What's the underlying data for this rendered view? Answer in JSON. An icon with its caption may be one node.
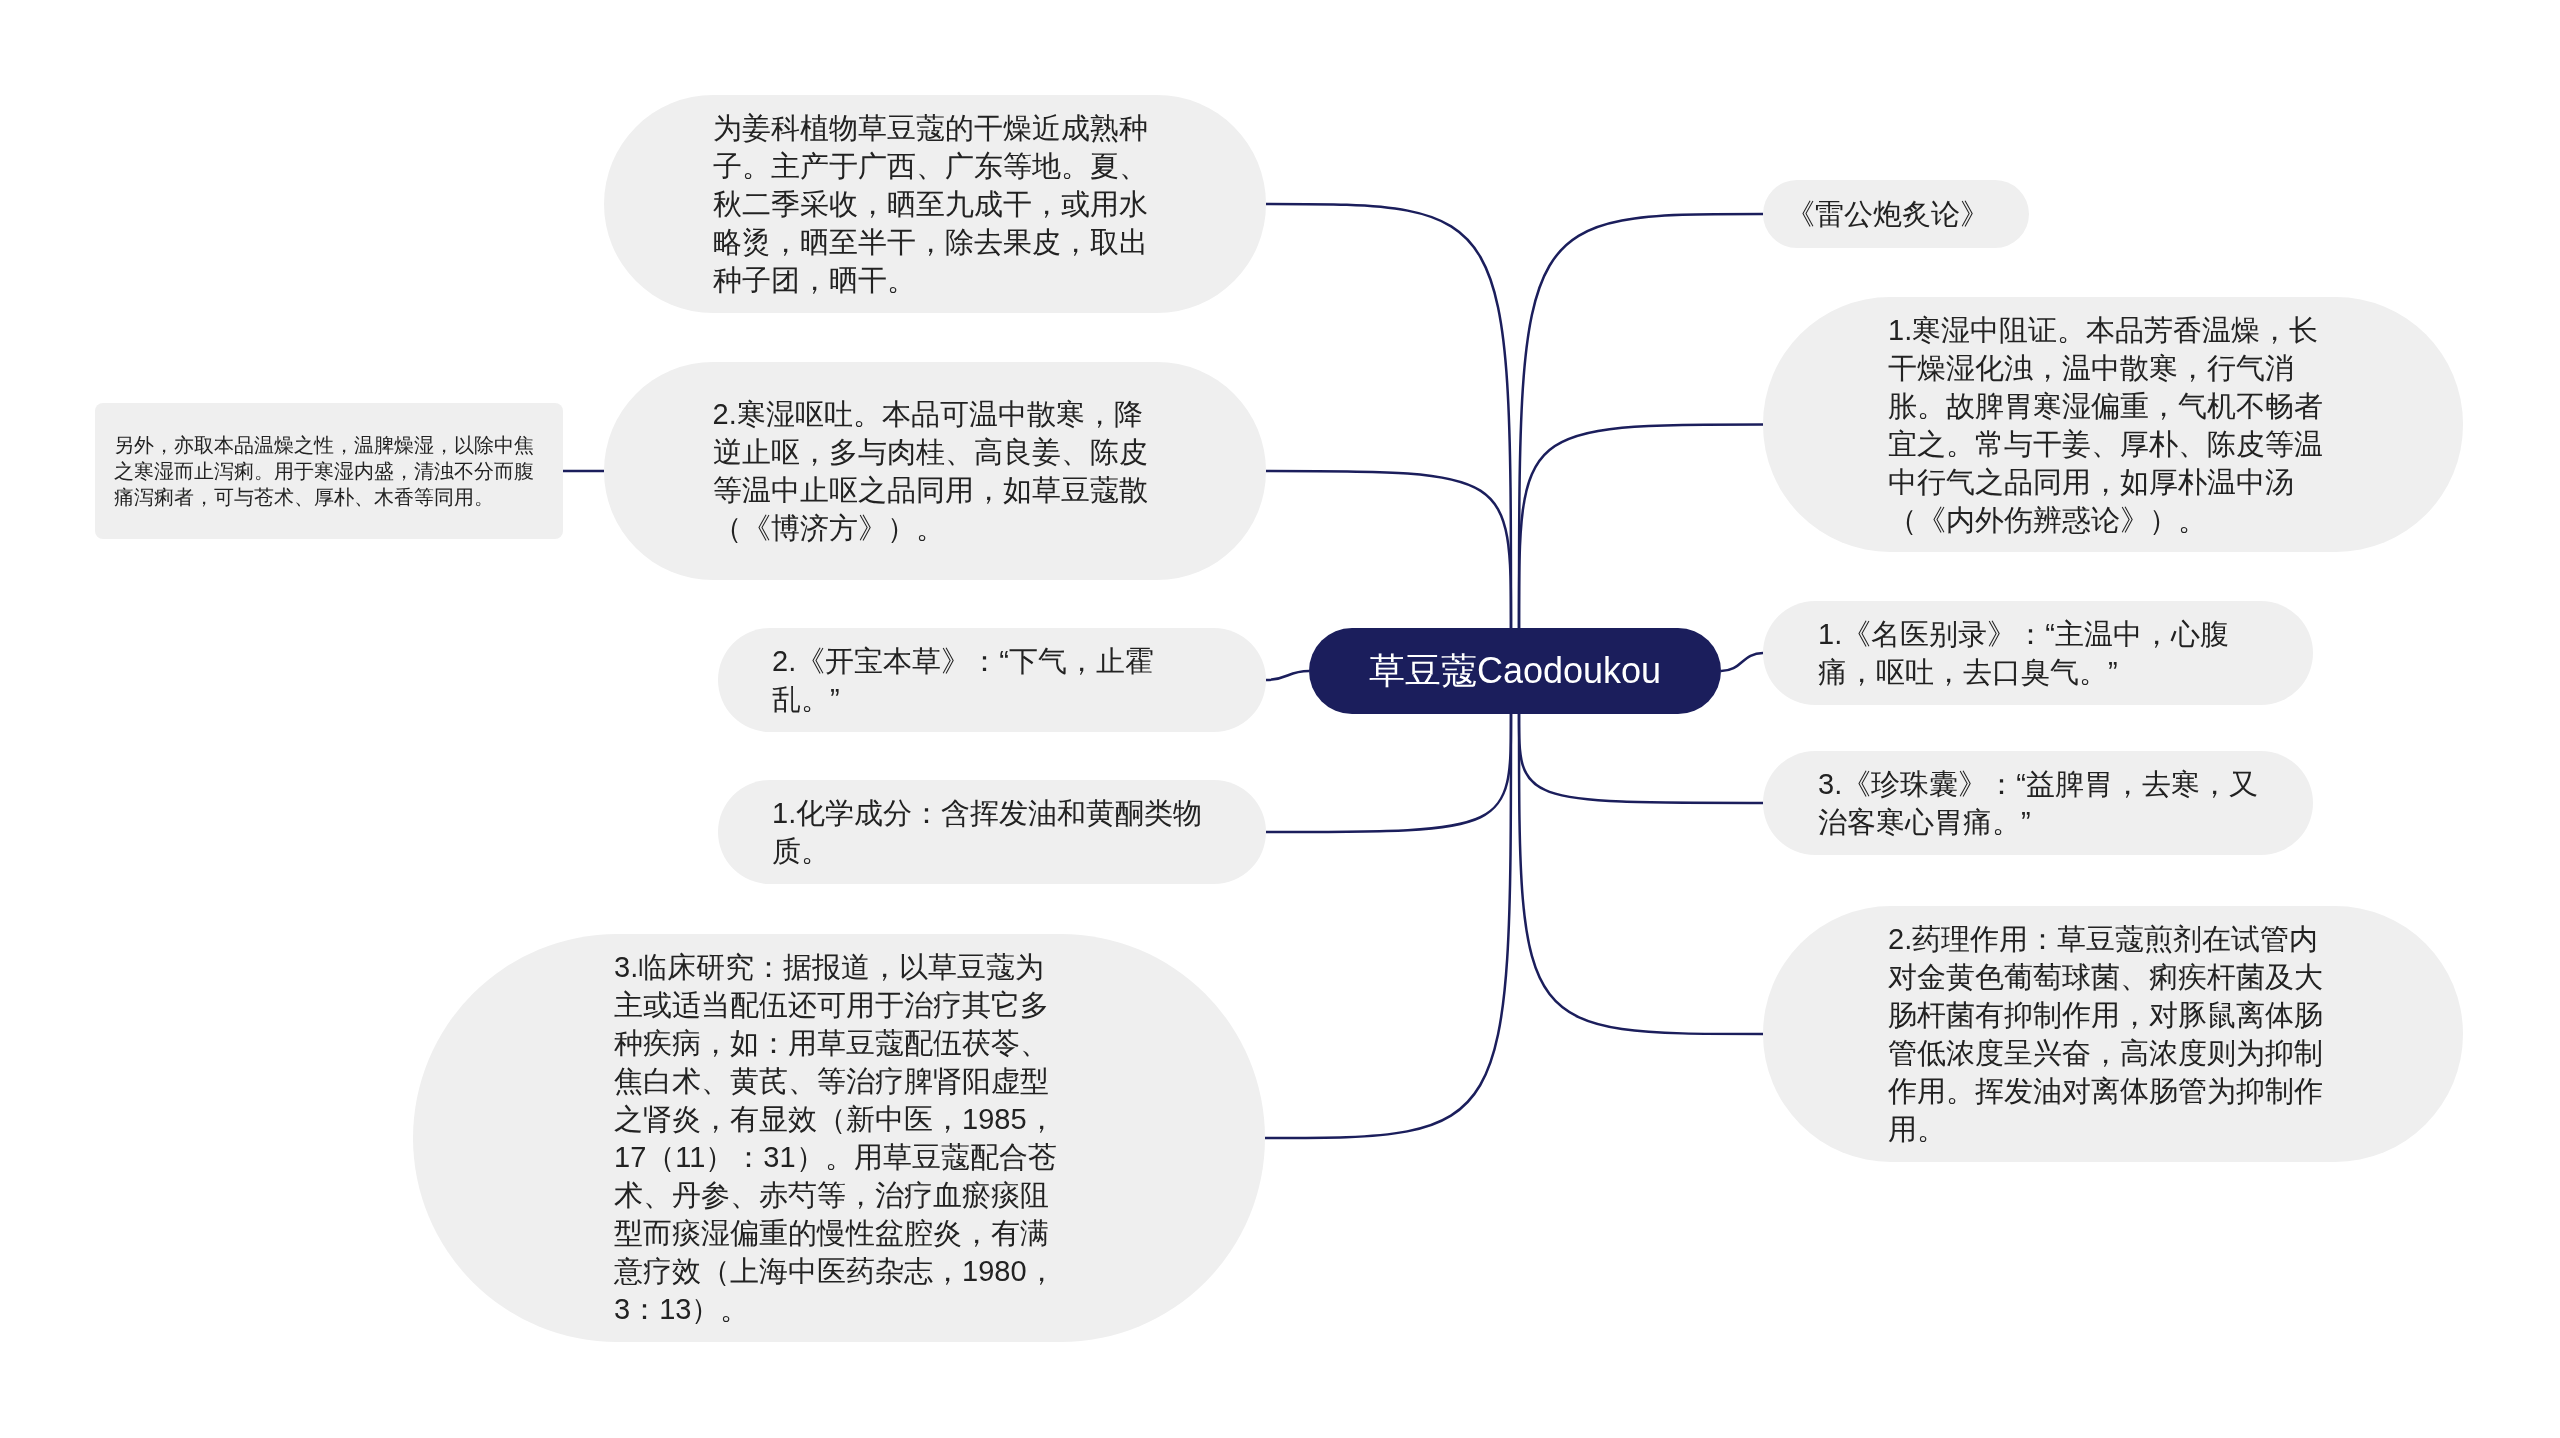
{
  "diagram": {
    "nodes": [
      {
        "text": [
          "草豆蔻Caodoukou"
        ]
      },
      {
        "text": [
          "为姜科植物草豆蔻的干燥近成熟种子。主产于广西、广东等地。夏、秋二季采收，晒至九成干，或用水略烫，晒至半干，除去果皮，取出种子团，晒干。"
        ]
      },
      {
        "text": [
          "2.寒湿呕吐。本品可温中散寒，降逆止呕，多与肉桂、高良姜、陈皮等温中止呕之品同用，如草豆蔻散（《博济方》）。"
        ]
      },
      {
        "text": [
          "另外，亦取本品温燥之性，温脾燥湿，以除中焦之寒湿而止泻痢。用于寒湿内盛，清浊不分而腹痛泻痢者，可与苍术、厚朴、木香等同用。"
        ]
      },
      {
        "text": [
          "2.《开宝本草》：“下气，止霍乱。”"
        ]
      },
      {
        "text": [
          "1.化学成分：含挥发油和黄酮类物质。"
        ]
      },
      {
        "text": [
          "3.临床研究：据报道，以草豆蔻为主或适当配伍还可用于治疗其它多种疾病，如：用草豆蔻配伍茯苓、焦白术、黄芪、等治疗脾肾阳虚型之肾炎，有显效（新中医，1985，17（11）：31）。用草豆蔻配合苍术、丹参、赤芍等，治疗血瘀痰阻型而痰湿偏重的慢性盆腔炎，有满意疗效（上海中医药杂志，1980，3：13）。"
        ]
      },
      {
        "text": [
          "《雷公炮炙论》"
        ]
      },
      {
        "text": [
          "1.寒湿中阻证。本品芳香温燥，长干燥湿化浊，温中散寒，行气消胀。故脾胃寒湿偏重，气机不畅者宜之。常与干姜、厚朴、陈皮等温中行气之品同用，如厚朴温中汤（《内外伤辨惑论》）。"
        ]
      },
      {
        "text": [
          "1.《名医别录》：“主温中，心腹痛，呕吐，去口臭气。”"
        ]
      },
      {
        "text": [
          "3.《珍珠囊》：“益脾胃，去寒，又治客寒心胃痛。”"
        ]
      },
      {
        "text": [
          "2.药理作用：草豆蔻煎剂在试管内对金黄色葡萄球菌、痢疾杆菌及大肠杆菌有抑制作用，对豚鼠离体肠管低浓度呈兴奋，高浓度则为抑制作用。挥发油对离体肠管为抑制作用。"
        ]
      }
    ],
    "edges": [
      {
        "from": 0,
        "to": 1,
        "arrow": "none"
      },
      {
        "from": 0,
        "to": 2,
        "arrow": "none"
      },
      {
        "from": 2,
        "to": 3,
        "arrow": "none"
      },
      {
        "from": 0,
        "to": 4,
        "arrow": "none"
      },
      {
        "from": 0,
        "to": 5,
        "arrow": "none"
      },
      {
        "from": 0,
        "to": 6,
        "arrow": "none"
      },
      {
        "from": 0,
        "to": 7,
        "arrow": "none"
      },
      {
        "from": 0,
        "to": 8,
        "arrow": "none"
      },
      {
        "from": 0,
        "to": 9,
        "arrow": "none"
      },
      {
        "from": 0,
        "to": 10,
        "arrow": "none"
      },
      {
        "from": 0,
        "to": 11,
        "arrow": "none"
      }
    ]
  }
}
